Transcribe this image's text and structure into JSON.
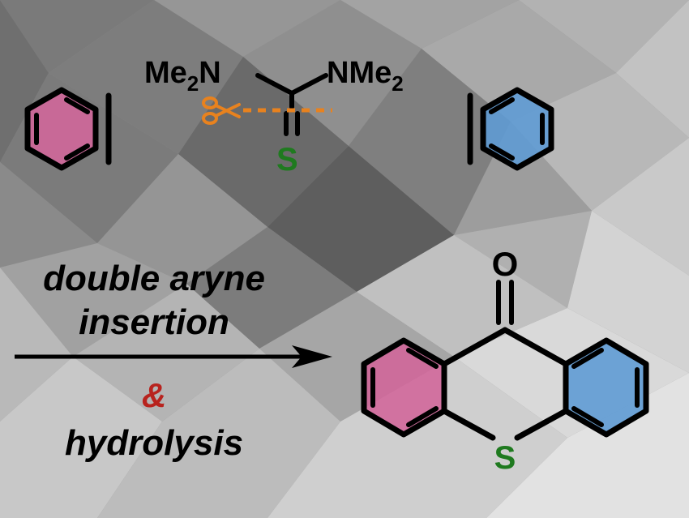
{
  "reagent": {
    "left_group": "Me",
    "left_sub": "2",
    "left_n": "N",
    "right_group": "NMe",
    "right_sub": "2",
    "sulfur": "S"
  },
  "conditions": {
    "line1": "double aryne",
    "line2": "insertion",
    "ampersand": "&",
    "line3": "hydrolysis"
  },
  "product": {
    "oxygen": "O",
    "sulfur": "S"
  },
  "colors": {
    "pink": "#d0679a",
    "blue": "#5f9bd4",
    "sulfur_green": "#1f7a1f",
    "scissors_orange": "#e8821e",
    "ampersand_red": "#b8231e",
    "bond": "#000000"
  },
  "icons": {
    "scissors": "scissors-icon",
    "arrow": "reaction-arrow"
  }
}
